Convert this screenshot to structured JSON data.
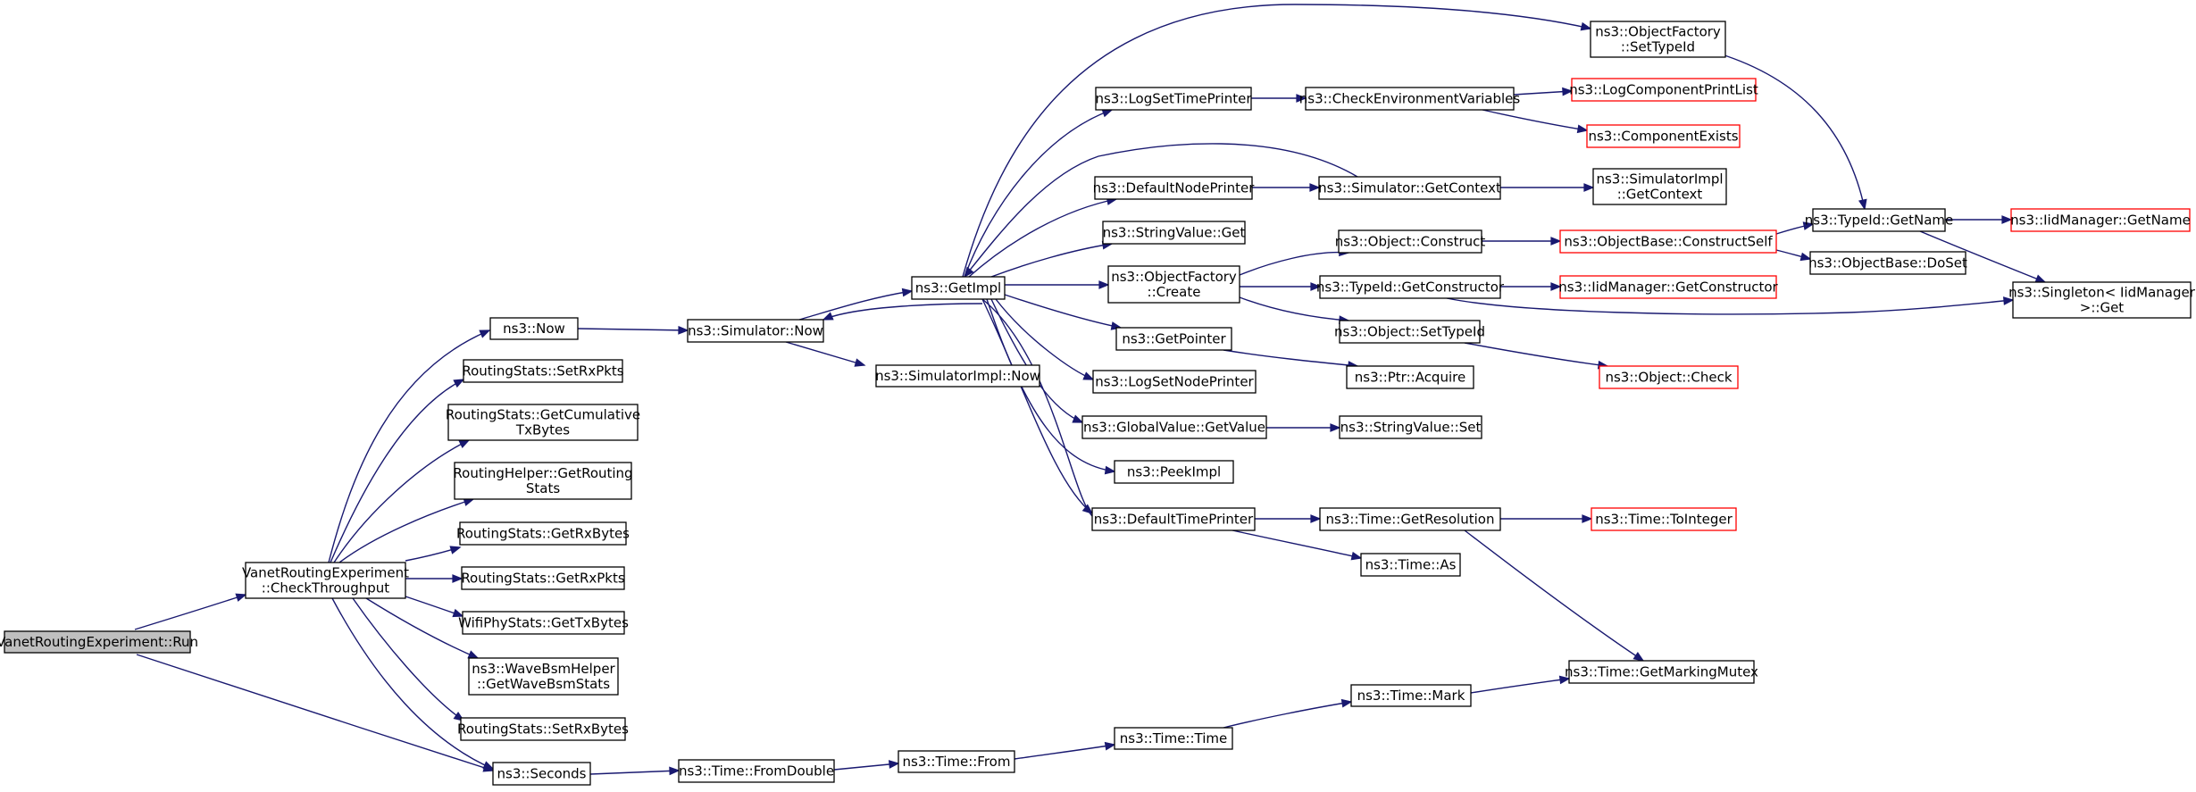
{
  "diagram": {
    "kind": "doxygen-call-graph",
    "colors": {
      "edge": "#191970",
      "node_border": "#000000",
      "truncated_border": "#ff0000",
      "root_fill": "#bfbfbf",
      "node_fill": "#ffffff"
    },
    "nodes": [
      {
        "id": "run",
        "lines": [
          "VanetRoutingExperiment::Run"
        ],
        "style": "root"
      },
      {
        "id": "checkThroughput",
        "lines": [
          "VanetRoutingExperiment",
          "::CheckThroughput"
        ],
        "style": "normal"
      },
      {
        "id": "now",
        "lines": [
          "ns3::Now"
        ],
        "style": "normal"
      },
      {
        "id": "setRxPkts",
        "lines": [
          "RoutingStats::SetRxPkts"
        ],
        "style": "normal"
      },
      {
        "id": "getCumTx",
        "lines": [
          "RoutingStats::GetCumulative",
          "TxBytes"
        ],
        "style": "normal"
      },
      {
        "id": "getRoutingStats",
        "lines": [
          "RoutingHelper::GetRouting",
          "Stats"
        ],
        "style": "normal"
      },
      {
        "id": "getRxBytes",
        "lines": [
          "RoutingStats::GetRxBytes"
        ],
        "style": "normal"
      },
      {
        "id": "getRxPkts",
        "lines": [
          "RoutingStats::GetRxPkts"
        ],
        "style": "normal"
      },
      {
        "id": "getTxBytes",
        "lines": [
          "WifiPhyStats::GetTxBytes"
        ],
        "style": "normal"
      },
      {
        "id": "getWaveBsm",
        "lines": [
          "ns3::WaveBsmHelper",
          "::GetWaveBsmStats"
        ],
        "style": "normal"
      },
      {
        "id": "setRxBytes",
        "lines": [
          "RoutingStats::SetRxBytes"
        ],
        "style": "normal"
      },
      {
        "id": "seconds",
        "lines": [
          "ns3::Seconds"
        ],
        "style": "normal"
      },
      {
        "id": "simNow",
        "lines": [
          "ns3::Simulator::Now"
        ],
        "style": "normal"
      },
      {
        "id": "simImplNow",
        "lines": [
          "ns3::SimulatorImpl::Now"
        ],
        "style": "normal"
      },
      {
        "id": "getImpl",
        "lines": [
          "ns3::GetImpl"
        ],
        "style": "normal"
      },
      {
        "id": "fromDouble",
        "lines": [
          "ns3::Time::FromDouble"
        ],
        "style": "normal"
      },
      {
        "id": "timeFrom",
        "lines": [
          "ns3::Time::From"
        ],
        "style": "normal"
      },
      {
        "id": "timeTime",
        "lines": [
          "ns3::Time::Time"
        ],
        "style": "normal"
      },
      {
        "id": "timeMark",
        "lines": [
          "ns3::Time::Mark"
        ],
        "style": "normal"
      },
      {
        "id": "getMarkingMutex",
        "lines": [
          "ns3::Time::GetMarkingMutex"
        ],
        "style": "normal"
      },
      {
        "id": "logSetTimePrinter",
        "lines": [
          "ns3::LogSetTimePrinter"
        ],
        "style": "normal"
      },
      {
        "id": "defaultNodePrinter",
        "lines": [
          "ns3::DefaultNodePrinter"
        ],
        "style": "normal"
      },
      {
        "id": "stringValueGet",
        "lines": [
          "ns3::StringValue::Get"
        ],
        "style": "normal"
      },
      {
        "id": "objFactoryCreate",
        "lines": [
          "ns3::ObjectFactory",
          "::Create"
        ],
        "style": "normal"
      },
      {
        "id": "getPointer",
        "lines": [
          "ns3::GetPointer"
        ],
        "style": "normal"
      },
      {
        "id": "logSetNodePrinter",
        "lines": [
          "ns3::LogSetNodePrinter"
        ],
        "style": "normal"
      },
      {
        "id": "globalGetValue",
        "lines": [
          "ns3::GlobalValue::GetValue"
        ],
        "style": "normal"
      },
      {
        "id": "peekImpl",
        "lines": [
          "ns3::PeekImpl"
        ],
        "style": "normal"
      },
      {
        "id": "defaultTimePrinter",
        "lines": [
          "ns3::DefaultTimePrinter"
        ],
        "style": "normal"
      },
      {
        "id": "checkEnvVars",
        "lines": [
          "ns3::CheckEnvironmentVariables"
        ],
        "style": "normal"
      },
      {
        "id": "simGetContext",
        "lines": [
          "ns3::Simulator::GetContext"
        ],
        "style": "normal"
      },
      {
        "id": "objConstruct",
        "lines": [
          "ns3::Object::Construct"
        ],
        "style": "normal"
      },
      {
        "id": "typeIdGetCtor",
        "lines": [
          "ns3::TypeId::GetConstructor"
        ],
        "style": "normal"
      },
      {
        "id": "objSetTypeId",
        "lines": [
          "ns3::Object::SetTypeId"
        ],
        "style": "normal"
      },
      {
        "id": "ptrAcquire",
        "lines": [
          "ns3::Ptr::Acquire"
        ],
        "style": "normal"
      },
      {
        "id": "stringValueSet",
        "lines": [
          "ns3::StringValue::Set"
        ],
        "style": "normal"
      },
      {
        "id": "timeGetResolution",
        "lines": [
          "ns3::Time::GetResolution"
        ],
        "style": "normal"
      },
      {
        "id": "timeAs",
        "lines": [
          "ns3::Time::As"
        ],
        "style": "normal"
      },
      {
        "id": "objFactorySetTypeId",
        "lines": [
          "ns3::ObjectFactory",
          "::SetTypeId"
        ],
        "style": "normal"
      },
      {
        "id": "logCompPrintList",
        "lines": [
          "ns3::LogComponentPrintList"
        ],
        "style": "truncated"
      },
      {
        "id": "componentExists",
        "lines": [
          "ns3::ComponentExists"
        ],
        "style": "truncated"
      },
      {
        "id": "simImplGetContext",
        "lines": [
          "ns3::SimulatorImpl",
          "::GetContext"
        ],
        "style": "normal"
      },
      {
        "id": "objBaseConstructSelf",
        "lines": [
          "ns3::ObjectBase::ConstructSelf"
        ],
        "style": "truncated"
      },
      {
        "id": "iidMgrGetCtor",
        "lines": [
          "ns3::IidManager::GetConstructor"
        ],
        "style": "truncated"
      },
      {
        "id": "objCheck",
        "lines": [
          "ns3::Object::Check"
        ],
        "style": "truncated"
      },
      {
        "id": "timeToInteger",
        "lines": [
          "ns3::Time::ToInteger"
        ],
        "style": "truncated"
      },
      {
        "id": "typeIdGetName",
        "lines": [
          "ns3::TypeId::GetName"
        ],
        "style": "normal"
      },
      {
        "id": "objBaseDoSet",
        "lines": [
          "ns3::ObjectBase::DoSet"
        ],
        "style": "normal"
      },
      {
        "id": "iidMgrGetName",
        "lines": [
          "ns3::IidManager::GetName"
        ],
        "style": "truncated"
      },
      {
        "id": "singletonGet",
        "lines": [
          "ns3::Singleton< IidManager",
          " >::Get"
        ],
        "style": "normal"
      }
    ],
    "edges": [
      {
        "from": "run",
        "to": "checkThroughput"
      },
      {
        "from": "run",
        "to": "seconds"
      },
      {
        "from": "checkThroughput",
        "to": "now"
      },
      {
        "from": "checkThroughput",
        "to": "setRxPkts"
      },
      {
        "from": "checkThroughput",
        "to": "getCumTx"
      },
      {
        "from": "checkThroughput",
        "to": "getRoutingStats"
      },
      {
        "from": "checkThroughput",
        "to": "getRxBytes"
      },
      {
        "from": "checkThroughput",
        "to": "getRxPkts"
      },
      {
        "from": "checkThroughput",
        "to": "getTxBytes"
      },
      {
        "from": "checkThroughput",
        "to": "getWaveBsm"
      },
      {
        "from": "checkThroughput",
        "to": "setRxBytes"
      },
      {
        "from": "checkThroughput",
        "to": "seconds"
      },
      {
        "from": "now",
        "to": "simNow"
      },
      {
        "from": "simNow",
        "to": "getImpl"
      },
      {
        "from": "simNow",
        "to": "simImplNow"
      },
      {
        "from": "seconds",
        "to": "fromDouble"
      },
      {
        "from": "fromDouble",
        "to": "timeFrom"
      },
      {
        "from": "timeFrom",
        "to": "timeTime"
      },
      {
        "from": "timeTime",
        "to": "timeMark"
      },
      {
        "from": "timeMark",
        "to": "getMarkingMutex"
      },
      {
        "from": "getImpl",
        "to": "objFactorySetTypeId"
      },
      {
        "from": "getImpl",
        "to": "logSetTimePrinter"
      },
      {
        "from": "getImpl",
        "to": "defaultNodePrinter"
      },
      {
        "from": "getImpl",
        "to": "stringValueGet"
      },
      {
        "from": "getImpl",
        "to": "objFactoryCreate"
      },
      {
        "from": "getImpl",
        "to": "getPointer"
      },
      {
        "from": "getImpl",
        "to": "logSetNodePrinter"
      },
      {
        "from": "getImpl",
        "to": "globalGetValue"
      },
      {
        "from": "getImpl",
        "to": "peekImpl"
      },
      {
        "from": "getImpl",
        "to": "defaultTimePrinter"
      },
      {
        "from": "getImpl",
        "to": "simNow"
      },
      {
        "from": "logSetTimePrinter",
        "to": "checkEnvVars"
      },
      {
        "from": "checkEnvVars",
        "to": "logCompPrintList"
      },
      {
        "from": "checkEnvVars",
        "to": "componentExists"
      },
      {
        "from": "defaultNodePrinter",
        "to": "simGetContext"
      },
      {
        "from": "simGetContext",
        "to": "getImpl"
      },
      {
        "from": "simGetContext",
        "to": "simImplGetContext"
      },
      {
        "from": "objFactoryCreate",
        "to": "objConstruct"
      },
      {
        "from": "objFactoryCreate",
        "to": "typeIdGetCtor"
      },
      {
        "from": "objFactoryCreate",
        "to": "objSetTypeId"
      },
      {
        "from": "objConstruct",
        "to": "objBaseConstructSelf"
      },
      {
        "from": "objBaseConstructSelf",
        "to": "typeIdGetName"
      },
      {
        "from": "objBaseConstructSelf",
        "to": "objBaseDoSet"
      },
      {
        "from": "typeIdGetCtor",
        "to": "iidMgrGetCtor"
      },
      {
        "from": "typeIdGetCtor",
        "to": "singletonGet"
      },
      {
        "from": "objSetTypeId",
        "to": "objCheck"
      },
      {
        "from": "getPointer",
        "to": "ptrAcquire"
      },
      {
        "from": "globalGetValue",
        "to": "stringValueSet"
      },
      {
        "from": "defaultTimePrinter",
        "to": "timeGetResolution"
      },
      {
        "from": "defaultTimePrinter",
        "to": "timeAs"
      },
      {
        "from": "timeGetResolution",
        "to": "timeToInteger"
      },
      {
        "from": "timeGetResolution",
        "to": "getMarkingMutex"
      },
      {
        "from": "objFactorySetTypeId",
        "to": "typeIdGetName"
      },
      {
        "from": "typeIdGetName",
        "to": "iidMgrGetName"
      },
      {
        "from": "typeIdGetName",
        "to": "singletonGet"
      }
    ]
  }
}
